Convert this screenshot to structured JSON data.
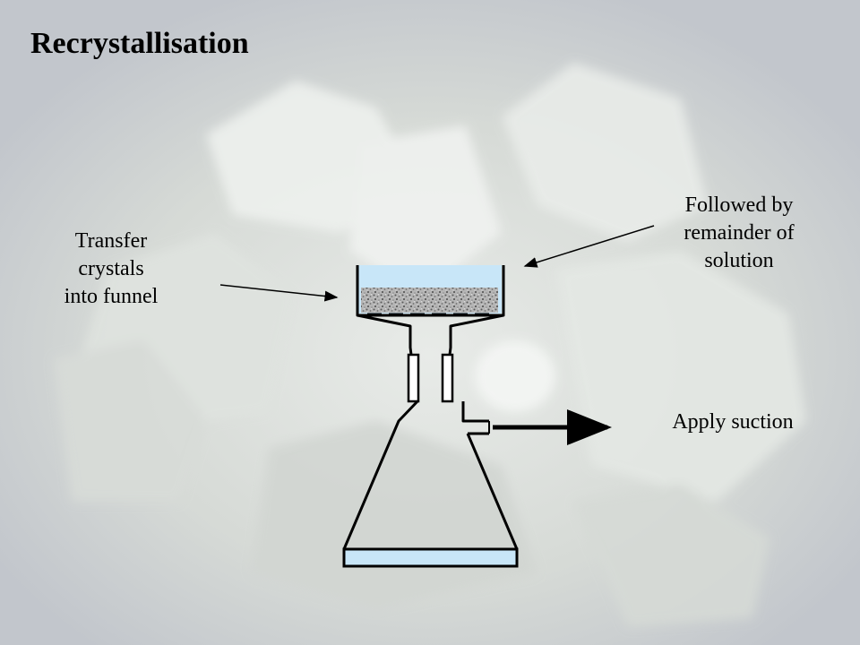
{
  "slide": {
    "title": "Recrystallisation"
  },
  "labels": {
    "transfer": [
      "Transfer",
      "crystals",
      "into funnel"
    ],
    "followed": [
      "Followed by",
      "remainder of",
      "solution"
    ],
    "suction": "Apply suction"
  },
  "colors": {
    "background": "#c9ccd1",
    "solution": "#c8e6f8",
    "crystals": "#9a9a9a",
    "ink": "#000000"
  }
}
